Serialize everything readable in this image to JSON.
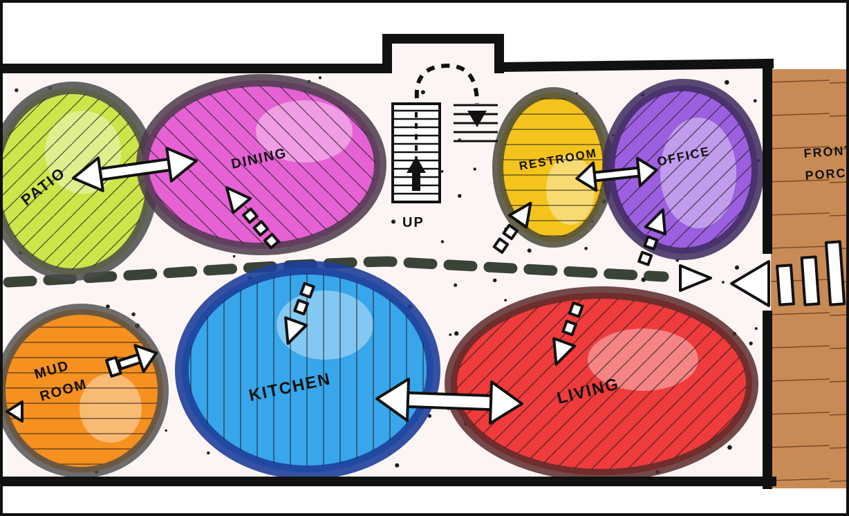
{
  "rooms": {
    "patio": "PATIO",
    "dining": "DINING",
    "restroom": "RESTROOM",
    "office": "OFFICE",
    "mud_room_line1": "MUD",
    "mud_room_line2": "ROOM",
    "kitchen": "KITCHEN",
    "living": "LIVING",
    "front_porch_line1": "FRONT",
    "front_porch_line2": "PORCH"
  },
  "stairs": {
    "label": "UP"
  },
  "colors": {
    "patio": "#cde54a",
    "dining": "#e662d4",
    "restroom": "#f4c41c",
    "office": "#9c5fe0",
    "mud_room": "#f6901f",
    "kitchen": "#38a6ea",
    "living": "#ef3b3b",
    "front_porch": "#c98b55",
    "interior": "#fdf5f4"
  }
}
